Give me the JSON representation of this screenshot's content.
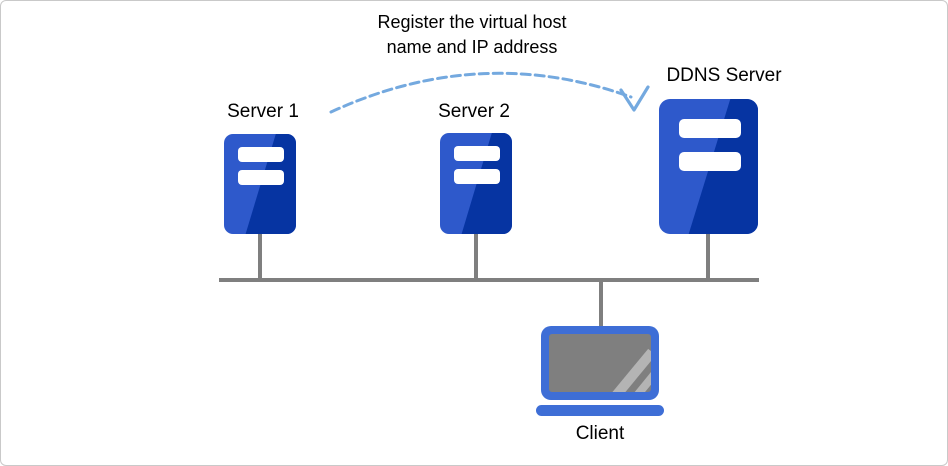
{
  "annotation": {
    "line1": "Register the virtual host",
    "line2": "name and IP address"
  },
  "nodes": {
    "server1": {
      "label": "Server 1"
    },
    "server2": {
      "label": "Server 2"
    },
    "ddns": {
      "label": "DDNS Server"
    },
    "client": {
      "label": "Client"
    }
  },
  "icons": {
    "server1": "server-icon",
    "server2": "server-icon",
    "ddns": "server-icon",
    "client": "laptop-icon",
    "register_arrow": "dashed-curved-arrow-icon"
  },
  "colors": {
    "server_light": "#2e59cb",
    "server_dark": "#0634a2",
    "laptop_blue": "#3e6ed6",
    "screen_gray": "#7f7f7f",
    "stripe_gray": "#b4b4b4",
    "bus_gray": "#7f7f7f",
    "arrow_blue": "#74a9df",
    "text": "#000000",
    "border": "#c9c9c9"
  }
}
